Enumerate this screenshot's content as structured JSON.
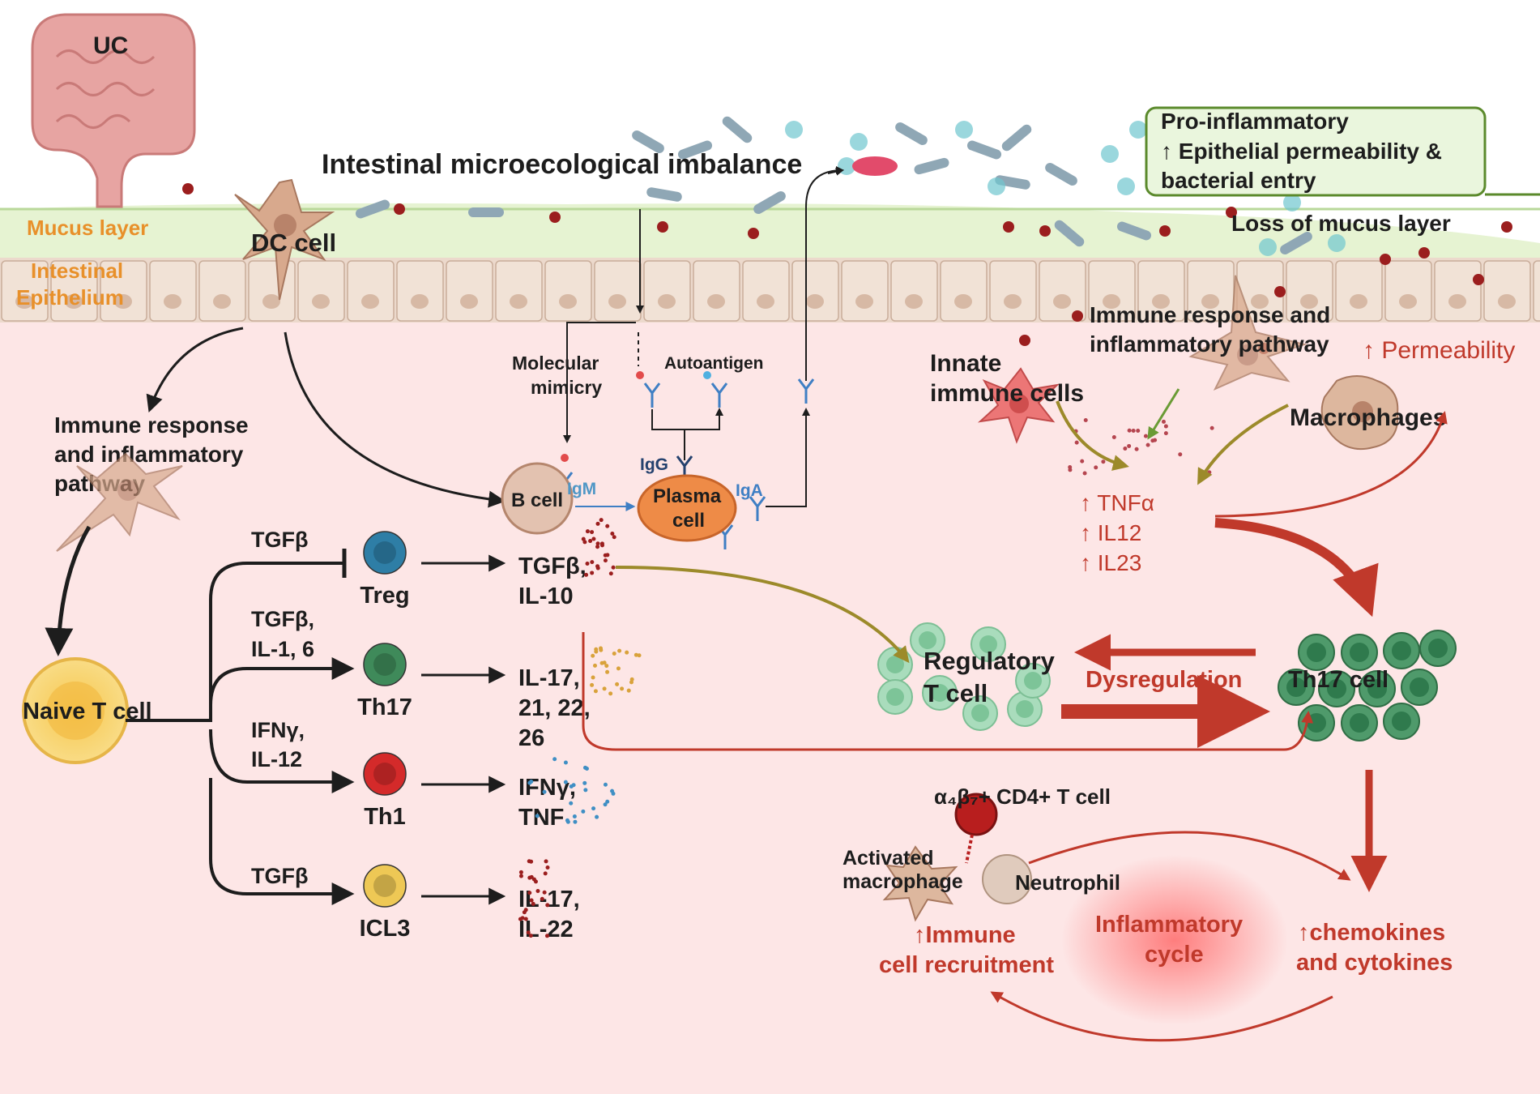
{
  "colors": {
    "background_body": "#fde6e6",
    "mucus": "#e6f3d2",
    "epithelium": "#ecd9cc",
    "accent_red": "#c0392b",
    "label_orange": "#e8902a",
    "pro_box_fill": "#eaf6dd",
    "pro_box_stroke": "#5b8a2c"
  },
  "top": {
    "uc": "UC",
    "mucus_layer": "Mucus layer",
    "intestinal": "Intestinal",
    "epithelium": "Epithelium",
    "dc_cell": "DC cell",
    "imbalance": "Intestinal microecological imbalance",
    "loss_mucus": "Loss of mucus layer"
  },
  "pro_box": {
    "line1": "Pro-inflammatory",
    "line2": "↑ Epithelial permeability &",
    "line3": "bacterial entry"
  },
  "left": {
    "immune_1": "Immune response",
    "immune_2": "and inflammatory",
    "immune_3": "pathway",
    "naive": "Naive T cell"
  },
  "bcell_section": {
    "molecular_1": "Molecular",
    "molecular_2": "mimicry",
    "autoantigen": "Autoantigen",
    "b_cell": "B cell",
    "igm": "IgM",
    "igg": "IgG",
    "iga": "IgA",
    "plasma_1": "Plasma",
    "plasma_2": "cell"
  },
  "branches": [
    {
      "in_1": "TGFβ",
      "in_2": "",
      "cell": "Treg",
      "out_1": "TGFβ,",
      "out_2": "IL-10",
      "out_3": "",
      "color": "#2e7ea6"
    },
    {
      "in_1": "TGFβ,",
      "in_2": "IL-1, 6",
      "cell": "Th17",
      "out_1": "IL-17,",
      "out_2": "21, 22,",
      "out_3": "26",
      "color": "#3f8a5a"
    },
    {
      "in_1": "IFNγ,",
      "in_2": "IL-12",
      "cell": "Th1",
      "out_1": "IFNγ,",
      "out_2": "TNF",
      "out_3": "",
      "color": "#d42a2a"
    },
    {
      "in_1": "TGFβ",
      "in_2": "",
      "cell": "ICL3",
      "out_1": "IL-17,",
      "out_2": "IL-22",
      "out_3": "",
      "color": "#eec855"
    }
  ],
  "right": {
    "innate_1": "Innate",
    "innate_2": "immune cells",
    "immune_1": "Immune response and",
    "immune_2": "inflammatory pathway",
    "permeability": "↑ Permeability",
    "macrophages": "Macrophages",
    "tnf": "↑ TNFα",
    "il12": "↑ IL12",
    "il23": "↑ IL23",
    "reg_1": "Regulatory",
    "reg_2": "T cell",
    "dysregulation": "Dysregulation",
    "th17": "Th17 cell"
  },
  "cycle": {
    "a4b7": "α₄β₇+ CD4+ T cell",
    "activated_1": "Activated",
    "activated_2": "macrophage",
    "neutrophil": "Neutrophil",
    "recruit_1": "↑Immune",
    "recruit_2": "cell recruitment",
    "inflam_1": "Inflammatory",
    "inflam_2": "cycle",
    "chemo_1": "↑chemokines",
    "chemo_2": "and cytokines"
  }
}
